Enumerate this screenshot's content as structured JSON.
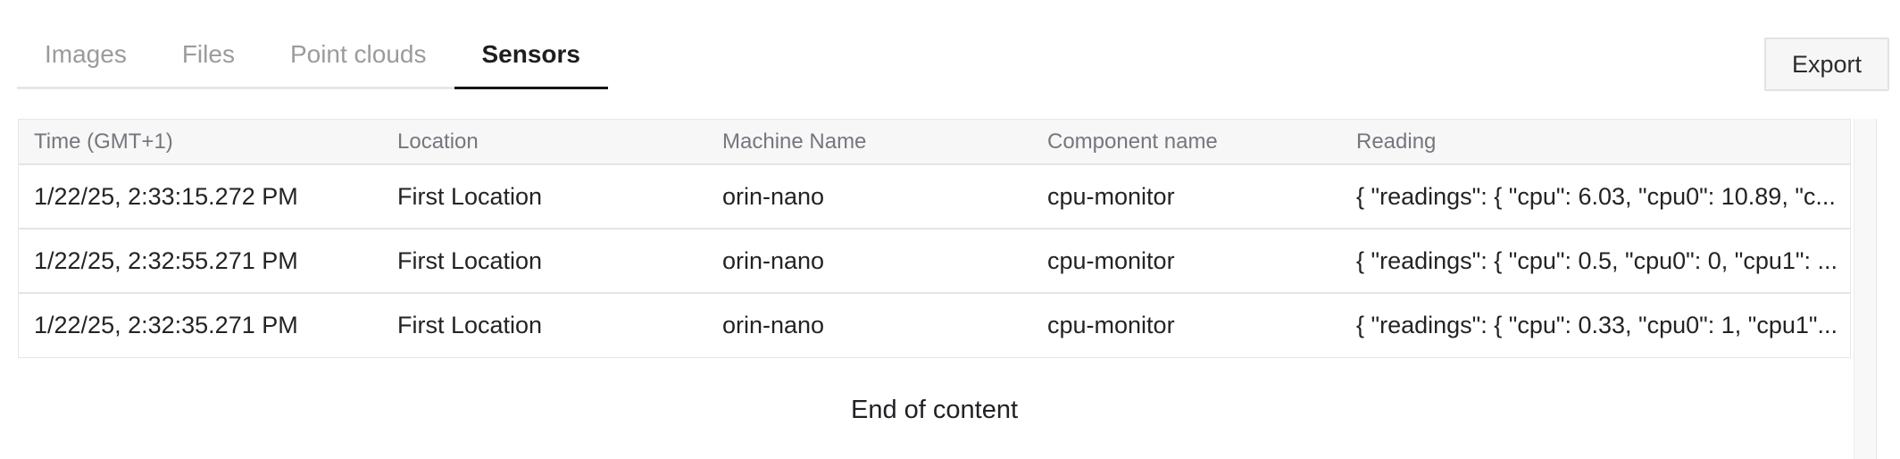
{
  "tabs": [
    {
      "label": "Images",
      "active": false
    },
    {
      "label": "Files",
      "active": false
    },
    {
      "label": "Point clouds",
      "active": false
    },
    {
      "label": "Sensors",
      "active": true
    }
  ],
  "export_button": {
    "label": "Export"
  },
  "table": {
    "columns": [
      "Time (GMT+1)",
      "Location",
      "Machine Name",
      "Component name",
      "Reading"
    ],
    "rows": [
      {
        "time": "1/22/25, 2:33:15.272 PM",
        "location": "First Location",
        "machine": "orin-nano",
        "component": "cpu-monitor",
        "reading": "{ \"readings\": { \"cpu\": 6.03, \"cpu0\": 10.89, \"c..."
      },
      {
        "time": "1/22/25, 2:32:55.271 PM",
        "location": "First Location",
        "machine": "orin-nano",
        "component": "cpu-monitor",
        "reading": "{ \"readings\": { \"cpu\": 0.5, \"cpu0\": 0, \"cpu1\": ..."
      },
      {
        "time": "1/22/25, 2:32:35.271 PM",
        "location": "First Location",
        "machine": "orin-nano",
        "component": "cpu-monitor",
        "reading": "{ \"readings\": { \"cpu\": 0.33, \"cpu0\": 1, \"cpu1\"..."
      }
    ]
  },
  "footer": {
    "end_message": "End of content"
  },
  "colors": {
    "active_tab_text": "#1e1e1f",
    "active_tab_underline": "#161616",
    "inactive_tab_text": "#9b9b9b",
    "header_background": "#f7f7f8",
    "row_separator": "#e1e6ea"
  }
}
